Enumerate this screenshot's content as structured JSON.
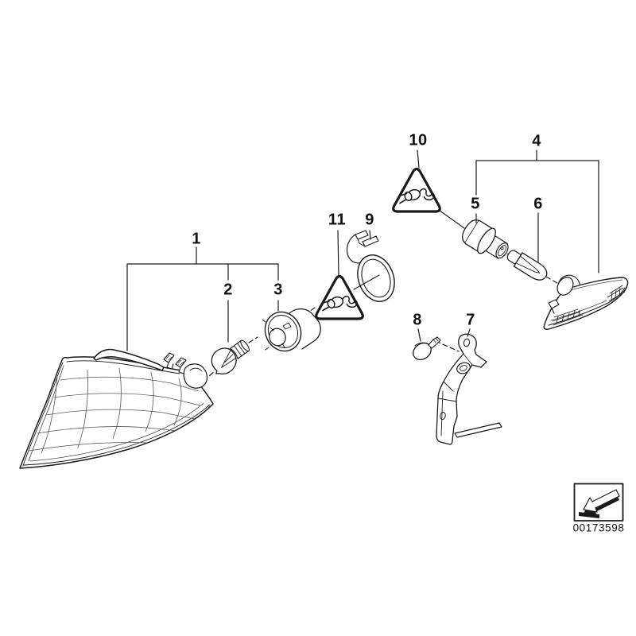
{
  "figure": {
    "background": "#ffffff",
    "line_color": "#1a1a1a"
  },
  "callouts": {
    "c1": "1",
    "c2": "2",
    "c3": "3",
    "c4": "4",
    "c5": "5",
    "c6": "6",
    "c7": "7",
    "c8": "8",
    "c9": "9",
    "c10": "10",
    "c11": "11"
  },
  "icons": {
    "warning_triangle": "electrical-plug-warning-triangle",
    "stamp_arrow": "direction-arrow-down-left"
  },
  "stamp": {
    "number": "00173598"
  }
}
